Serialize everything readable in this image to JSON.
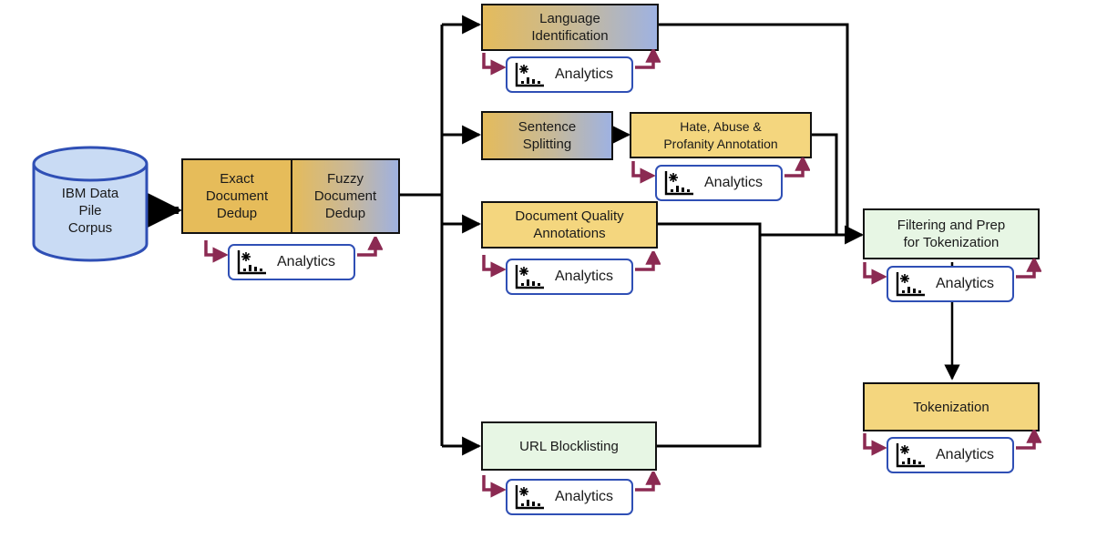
{
  "source": {
    "label_lines": [
      "IBM Data",
      "Pile",
      "Corpus"
    ]
  },
  "dedup": {
    "exact_lines": [
      "Exact",
      "Document",
      "Dedup"
    ],
    "fuzzy_lines": [
      "Fuzzy",
      "Document",
      "Dedup"
    ]
  },
  "nodes": {
    "language_id": [
      "Language",
      "Identification"
    ],
    "sentence_split": [
      "Sentence",
      "Splitting"
    ],
    "hap": [
      "Hate, Abuse &",
      "Profanity Annotation"
    ],
    "doc_quality": [
      "Document Quality",
      "Annotations"
    ],
    "url_block": [
      "URL Blocklisting"
    ],
    "filtering": [
      "Filtering and Prep",
      "for Tokenization"
    ],
    "tokenization": [
      "Tokenization"
    ]
  },
  "analytics_label": "Analytics",
  "colors": {
    "analytics_border": "#2f4fb5",
    "loop_arrow": "#8b2a52",
    "gold": "#e6bc5a",
    "light_yellow": "#f4d67e",
    "light_green": "#e7f6e4",
    "blue_tint": "#a9b4dc",
    "cylinder_fill": "#c9dbf4",
    "cylinder_stroke": "#2f4fb5"
  }
}
